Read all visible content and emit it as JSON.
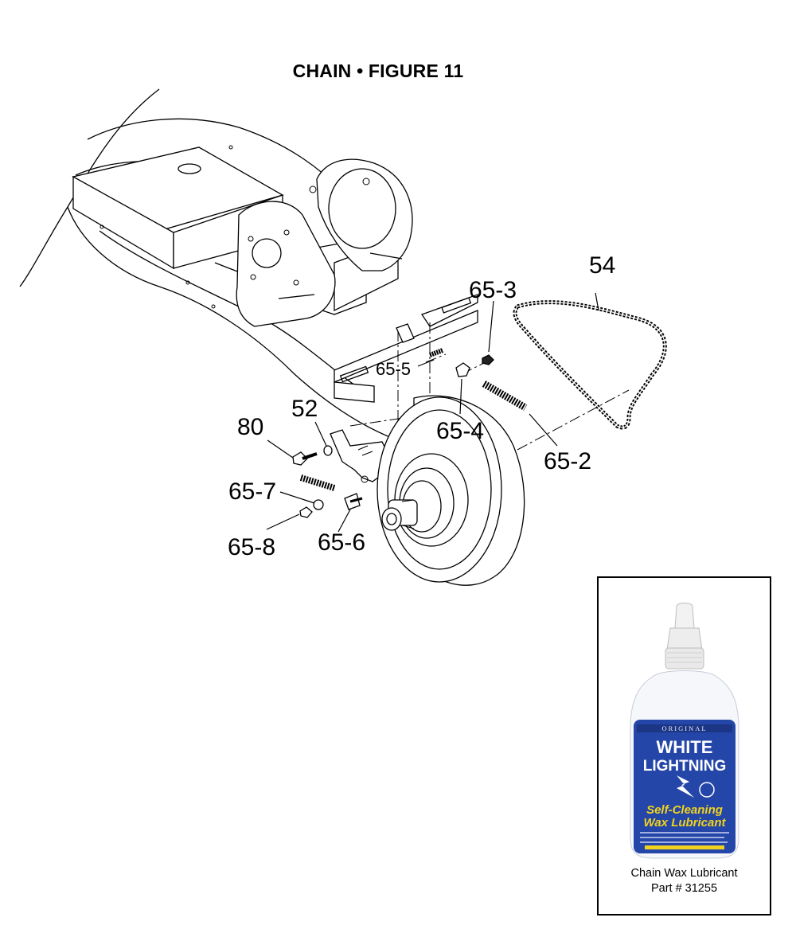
{
  "title": "CHAIN  •  FIGURE 11",
  "callouts": {
    "c54": "54",
    "c65_3": "65-3",
    "c65_5": "65-5",
    "c65_4": "65-4",
    "c65_2": "65-2",
    "c52": "52",
    "c80": "80",
    "c65_7": "65-7",
    "c65_8": "65-8",
    "c65_6": "65-6"
  },
  "product": {
    "name": "Chain Wax Lubricant",
    "part": "Part # 31255",
    "label": {
      "original": "ORIGINAL",
      "brand_line1": "WHITE",
      "brand_line2": "LIGHTNING",
      "product_line1": "Self-Cleaning",
      "product_line2": "Wax Lubricant"
    }
  },
  "colors": {
    "ink": "#000000",
    "bottle_label_blue": "#2446a8",
    "bottle_label_yellow": "#f2d21c"
  }
}
